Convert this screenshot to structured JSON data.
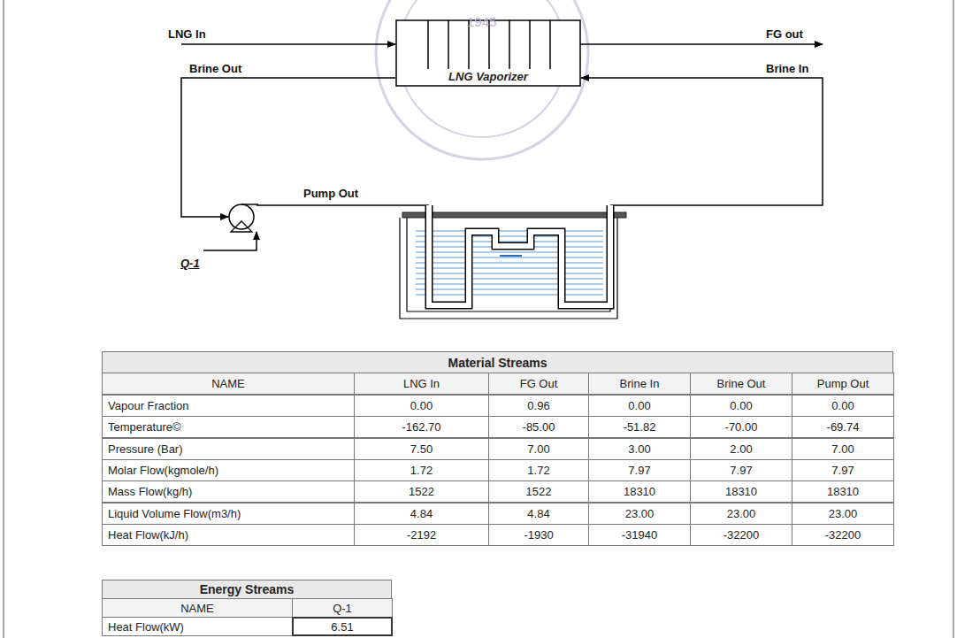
{
  "diagram": {
    "nodes": [
      {
        "text": [
          "LNG Vaporizer"
        ]
      }
    ],
    "labels": [
      "LNG In",
      "FG out",
      "Brine Out",
      "Brine In",
      "Pump Out",
      "Q-1",
      "1945",
      "Material Streams",
      "NAME",
      "LNG In",
      "FG Out",
      "Brine In",
      "Brine Out",
      "Pump Out",
      "Vapour Fraction",
      "0.00",
      "0.96",
      "0.00",
      "0.00",
      "0.00",
      "Temperature©",
      "-162.70",
      "-85.00",
      "-51.82",
      "-70.00",
      "-69.74",
      "Pressure (Bar)",
      "7.50",
      "7.00",
      "3.00",
      "2.00",
      "7.00",
      "Molar Flow(kgmole/h)",
      "1.72",
      "1.72",
      "7.97",
      "7.97",
      "7.97",
      "Mass Flow(kg/h)",
      "1522",
      "1522",
      "18310",
      "18310",
      "18310",
      "Liquid Volume Flow(m3/h)",
      "4.84",
      "4.84",
      "23.00",
      "23.00",
      "23.00",
      "Heat Flow(kJ/h)",
      "-2192",
      "-1930",
      "-31940",
      "-32200",
      "-32200",
      "Energy Streams",
      "NAME",
      "Q-1",
      "Heat Flow(kW)",
      "6.51"
    ]
  }
}
